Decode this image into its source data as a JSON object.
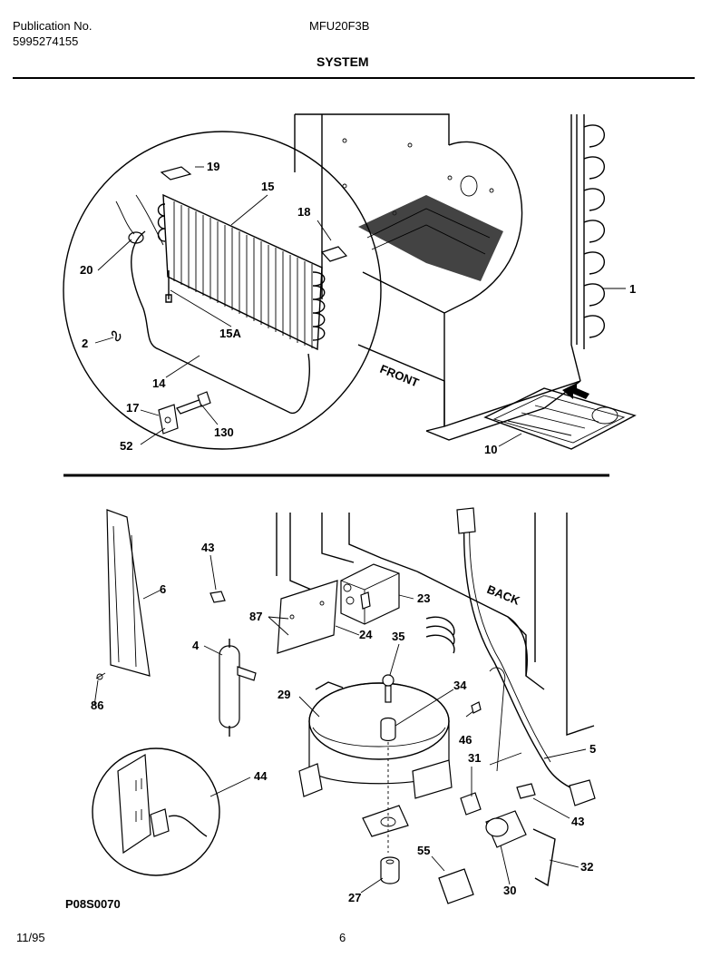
{
  "header": {
    "publication_label": "Publication No.",
    "publication_number": "5995274155",
    "model": "MFU20F3B",
    "section_title": "SYSTEM"
  },
  "diagram": {
    "top_labels": {
      "front": "FRONT",
      "part_1": "1",
      "part_2": "2",
      "part_10": "10",
      "part_14": "14",
      "part_15": "15",
      "part_15a": "15A",
      "part_17": "17",
      "part_18": "18",
      "part_19": "19",
      "part_20": "20",
      "part_52": "52",
      "part_130": "130"
    },
    "bottom_labels": {
      "back": "BACK",
      "part_4": "4",
      "part_5": "5",
      "part_6": "6",
      "part_23": "23",
      "part_24": "24",
      "part_27": "27",
      "part_29": "29",
      "part_30": "30",
      "part_31": "31",
      "part_32": "32",
      "part_34": "34",
      "part_35": "35",
      "part_43a": "43",
      "part_43b": "43",
      "part_44": "44",
      "part_46": "46",
      "part_55": "55",
      "part_86": "86",
      "part_87": "87"
    },
    "drawing_code": "P08S0070"
  },
  "footer": {
    "date": "11/95",
    "page_number": "6"
  }
}
